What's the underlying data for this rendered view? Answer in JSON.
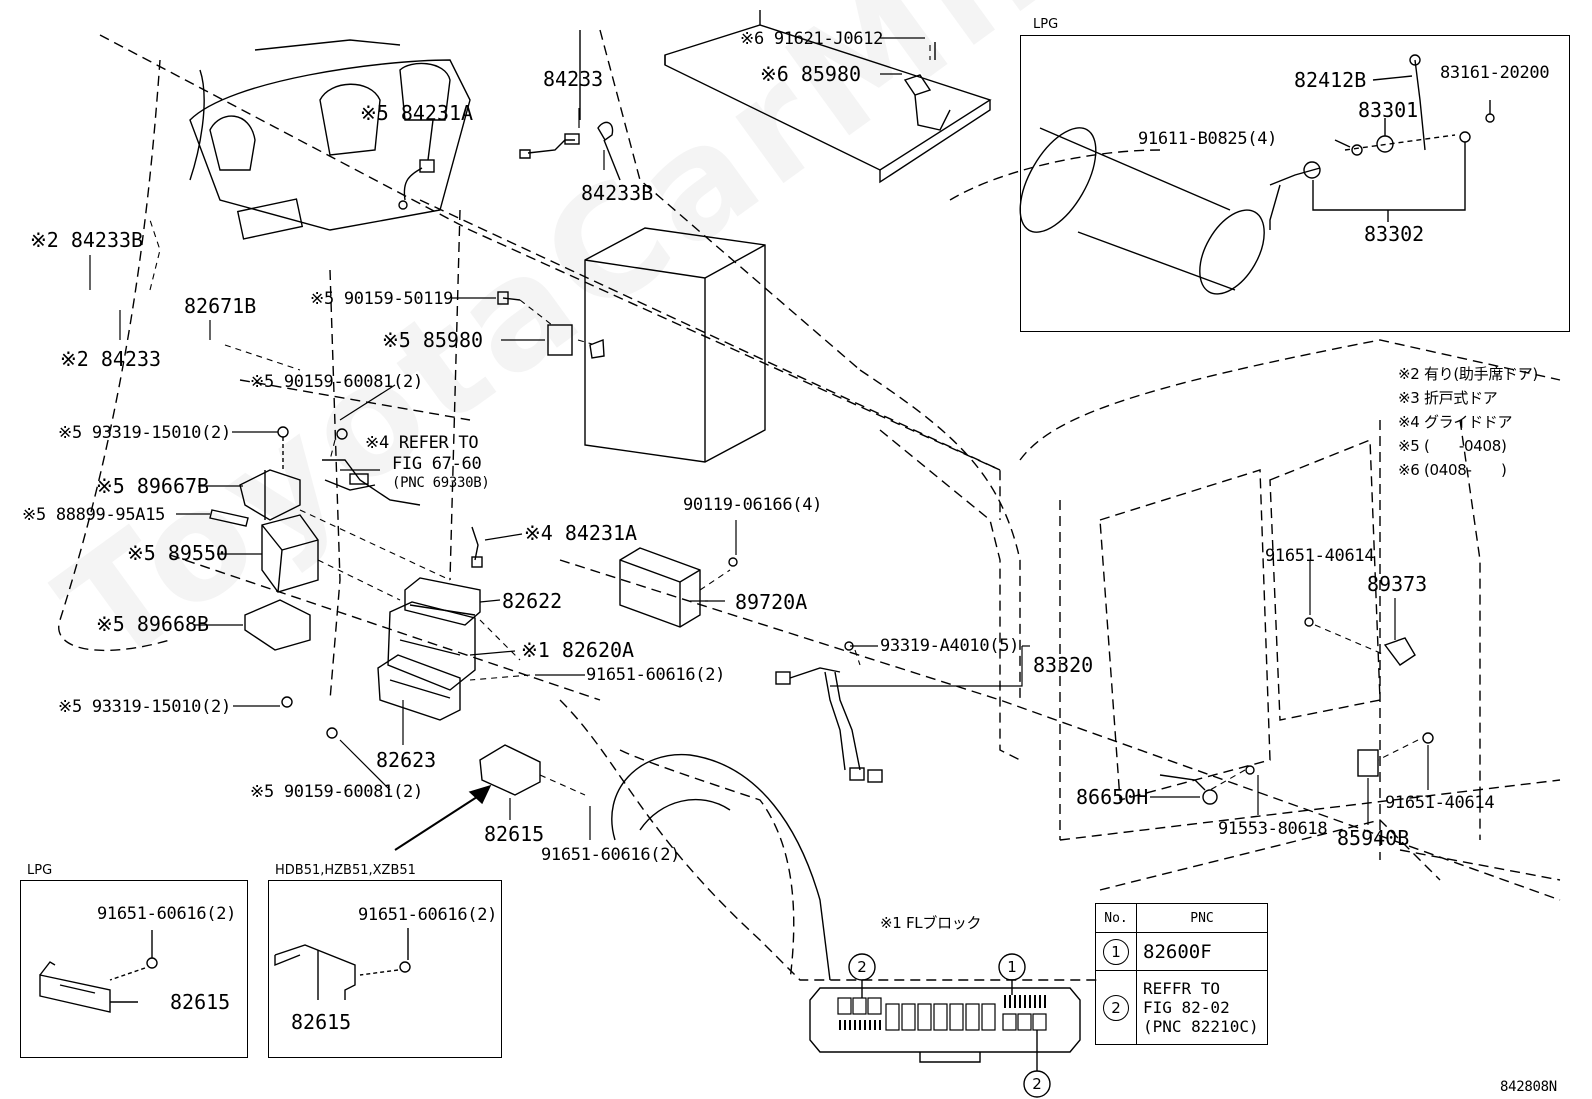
{
  "watermark": "ToyotaCarMine.ru",
  "drawing_code": "842808N",
  "parts": {
    "p84233_top": "84233",
    "p84231A_top": "※5 84231A",
    "p84233B_mid": "84233B",
    "p84233B_left": "※2 84233B",
    "p84233_left": "※2 84233",
    "p82671B": "82671B",
    "p90159_50119": "※5 90159-50119",
    "p85980_mid": "※5 85980",
    "p90159_60081_a": "※5 90159-60081(2)",
    "p93319_15010_a": "※5 93319-15010(2)",
    "p_refer_1": "※4 REFER TO",
    "p_refer_2": "FIG 67-60",
    "p_refer_3": "(PNC 69330B)",
    "p89667B": "※5 89667B",
    "p88899": "※5 88899-95A15",
    "p89550": "※5 89550",
    "p84231A_mid": "※4 84231A",
    "p82622": "82622",
    "p82620A": "※1 82620A",
    "p89668B": "※5 89668B",
    "p91651_60616_a": "91651-60616(2)",
    "p93319_15010_b": "※5 93319-15010(2)",
    "p82623": "82623",
    "p90159_60081_b": "※5 90159-60081(2)",
    "p82615_main": "82615",
    "p91651_60616_b": "91651-60616(2)",
    "p90119": "90119-06166(4)",
    "p89720A": "89720A",
    "p93319_A4010": "93319-A4010(5)",
    "p83320": "83320",
    "p91621": "※6 91621-J0612",
    "p85980_top": "※6 85980",
    "p91651_40614_a": "91651-40614",
    "p89373": "89373",
    "p91651_40614_b": "91651-40614",
    "p86650H": "86650H",
    "p91553": "91553-80618",
    "p85940B": "85940B"
  },
  "lpg_box": {
    "title": "LPG",
    "p82412B": "82412B",
    "p83161": "83161-20200",
    "p83301": "83301",
    "p91611": "91611-B0825(4)",
    "p83302": "83302"
  },
  "lpg_small": {
    "title": "LPG",
    "bolt": "91651-60616(2)",
    "part": "82615"
  },
  "hdb_small": {
    "title": "HDB51,HZB51,XZB51",
    "bolt": "91651-60616(2)",
    "part": "82615"
  },
  "notes": [
    "※2 有り(助手席ドア)",
    "※3 折戸式ドア",
    "※4 グライドドア",
    "※5 (　　-0408)",
    "※6 (0408-　　)"
  ],
  "fl_block": {
    "title": "※1 FLブロック",
    "marker_2": "2",
    "marker_1": "1",
    "marker_2b": "2"
  },
  "pnc_table": {
    "col_no": "No.",
    "col_pnc": "PNC",
    "row1_no": "1",
    "row1_pnc": "82600F",
    "row2_no": "2",
    "row2_pnc_1": "REFFR TO",
    "row2_pnc_2": "FIG 82-02",
    "row2_pnc_3": "(PNC 82210C)"
  }
}
